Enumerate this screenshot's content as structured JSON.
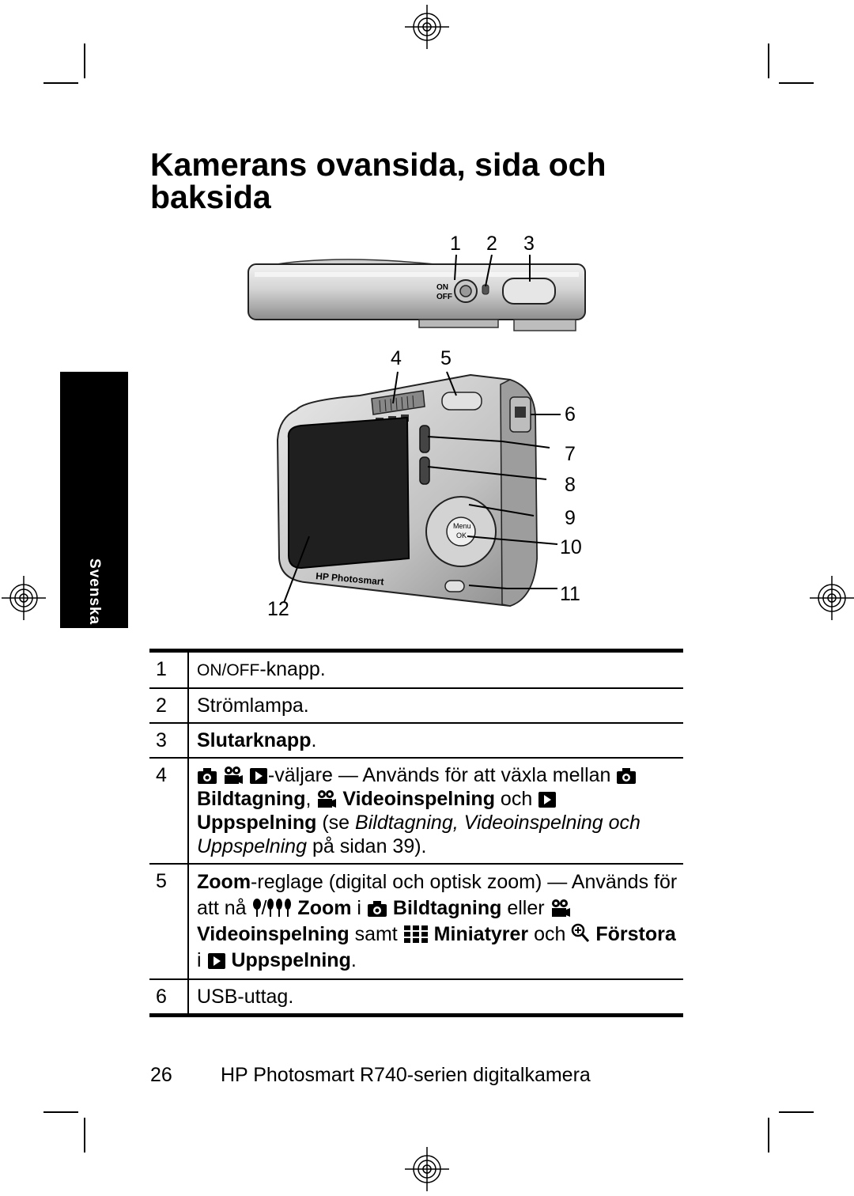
{
  "page": {
    "title_line1": "Kamerans ovansida, sida och",
    "title_line2": "baksida",
    "side_tab": "Svenska"
  },
  "figure": {
    "callouts": {
      "n1": "1",
      "n2": "2",
      "n3": "3",
      "n4": "4",
      "n5": "5",
      "n6": "6",
      "n7": "7",
      "n8": "8",
      "n9": "9",
      "n10": "10",
      "n11": "11",
      "n12": "12"
    },
    "top_labels": {
      "on": "ON",
      "off": "OFF"
    },
    "back_labels": {
      "menu": "Menu",
      "ok": "OK",
      "brand": "HP Photosmart"
    }
  },
  "legend": {
    "r1": {
      "num": "1",
      "on_off": "ON/OFF",
      "text": "-knapp."
    },
    "r2": {
      "num": "2",
      "text": "Strömlampa."
    },
    "r3": {
      "num": "3",
      "bold": "Slutarknapp",
      "tail": "."
    },
    "r4": {
      "num": "4",
      "t1": "-väljare — Används för att växla mellan",
      "b1": "Bildtagning",
      "t2": ",",
      "b2": "Videoinspelning",
      "t3": "och",
      "b3": "Uppspelning",
      "t4": "(se",
      "i1": "Bildtagning, Videoinspelning och Uppspelning",
      "t5": "på sidan 39)."
    },
    "r5": {
      "num": "5",
      "b1": "Zoom",
      "t1": "-reglage (digital och optisk zoom) — Används för att nå",
      "t2": "/",
      "b2": "Zoom",
      "t3": "i",
      "b3": "Bildtagning",
      "t4": "eller",
      "b4": "Videoinspelning",
      "t5": "samt",
      "b5": "Miniatyrer",
      "t6": "och",
      "b6": "Förstora",
      "t7": "i",
      "b7": "Uppspelning",
      "t8": "."
    },
    "r6": {
      "num": "6",
      "text": "USB-uttag."
    }
  },
  "footer": {
    "page_number": "26",
    "product": "HP Photosmart R740-serien digitalkamera"
  }
}
